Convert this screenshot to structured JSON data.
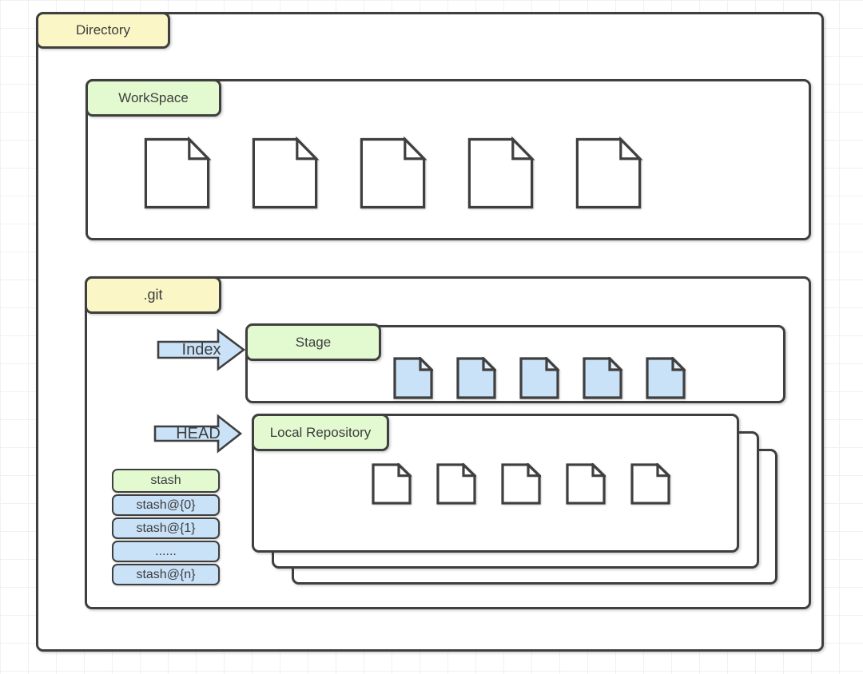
{
  "colors": {
    "yellow": "#faf6c5",
    "green": "#e3fad1",
    "blue": "#c9e2f8",
    "border": "#3f3f3f",
    "text": "#3d3d3d",
    "grid": "#f1f1f4"
  },
  "directory": {
    "label": "Directory"
  },
  "workspace": {
    "label": "WorkSpace",
    "file_count": 5
  },
  "git": {
    "label": ".git"
  },
  "stage": {
    "label": "Stage",
    "file_count": 5
  },
  "local_repository": {
    "label": "Local Repository",
    "file_count": 5
  },
  "index_arrow": {
    "label": "Index"
  },
  "head_arrow": {
    "label": "HEAD"
  },
  "stash": {
    "header": "stash",
    "rows": [
      "stash@{0}",
      "stash@{1}",
      "......",
      "stash@{n}"
    ]
  }
}
